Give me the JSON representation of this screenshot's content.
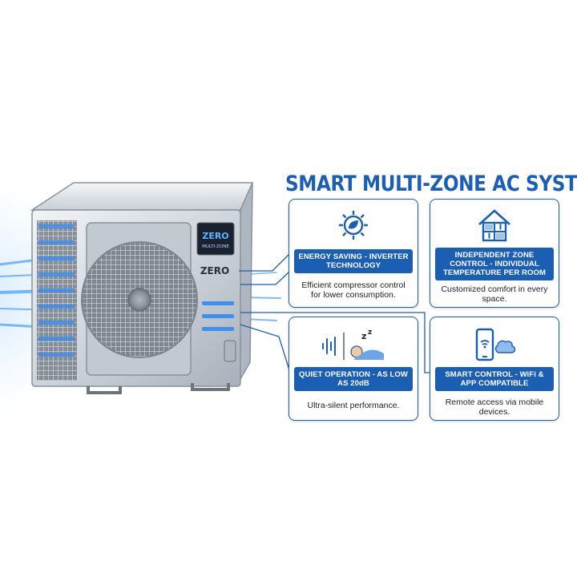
{
  "title": "SMART MULTI-ZONE AC SYSTEM",
  "unit": {
    "display_brand": "ZERO",
    "display_sub": "MULTI-ZONE",
    "panel_brand": "ZERO"
  },
  "features": [
    {
      "label": "ENERGY SAVING - INVERTER TECHNOLOGY",
      "desc": "Efficient compressor control for lower consumption.",
      "icon": "eco-gear-icon"
    },
    {
      "label": "INDEPENDENT ZONE CONTROL - INDIVIDUAL TEMPERATURE PER ROOM",
      "desc": "Customized comfort in every space.",
      "icon": "house-thermometer-icon"
    },
    {
      "label": "QUIET OPERATION - AS LOW AS 20dB",
      "desc": "Ultra-silent performance.",
      "icon": "sleeping-person-icon"
    },
    {
      "label": "SMART CONTROL - WiFi & APP COMPATIBLE",
      "desc": "Remote access via mobile devices.",
      "icon": "phone-cloud-icon"
    }
  ],
  "colors": {
    "accent": "#1b5fb4",
    "air_flow": "#4fa3ff"
  }
}
